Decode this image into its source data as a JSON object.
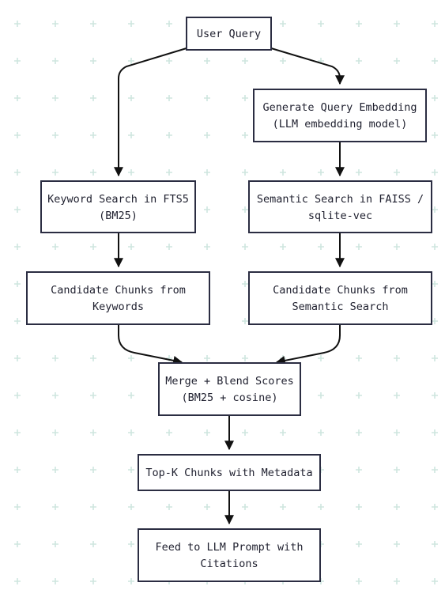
{
  "nodes": {
    "user_query": {
      "lines": [
        "User Query"
      ]
    },
    "generate_embedding": {
      "lines": [
        "Generate Query Embedding",
        "(LLM embedding model)"
      ]
    },
    "keyword_search": {
      "lines": [
        "Keyword Search in FTS5",
        "(BM25)"
      ]
    },
    "semantic_search": {
      "lines": [
        "Semantic Search in FAISS /",
        "sqlite-vec"
      ]
    },
    "candidate_keywords": {
      "lines": [
        "Candidate Chunks from",
        "Keywords"
      ]
    },
    "candidate_semantic": {
      "lines": [
        "Candidate Chunks from",
        "Semantic Search"
      ]
    },
    "merge_blend": {
      "lines": [
        "Merge + Blend Scores",
        "(BM25 + cosine)"
      ]
    },
    "topk_chunks": {
      "lines": [
        "Top-K Chunks with Metadata"
      ]
    },
    "feed_llm": {
      "lines": [
        "Feed to LLM Prompt with",
        "Citations"
      ]
    }
  },
  "edges": [
    {
      "from": "user_query",
      "to": "keyword_search"
    },
    {
      "from": "user_query",
      "to": "generate_embedding"
    },
    {
      "from": "generate_embedding",
      "to": "semantic_search"
    },
    {
      "from": "keyword_search",
      "to": "candidate_keywords"
    },
    {
      "from": "semantic_search",
      "to": "candidate_semantic"
    },
    {
      "from": "candidate_keywords",
      "to": "merge_blend"
    },
    {
      "from": "candidate_semantic",
      "to": "merge_blend"
    },
    {
      "from": "merge_blend",
      "to": "topk_chunks"
    },
    {
      "from": "topk_chunks",
      "to": "feed_llm"
    }
  ],
  "colors": {
    "node_stroke": "#2b2d42",
    "edge": "#111111",
    "text": "#1e1f2e",
    "grid": "#cfe6df"
  }
}
